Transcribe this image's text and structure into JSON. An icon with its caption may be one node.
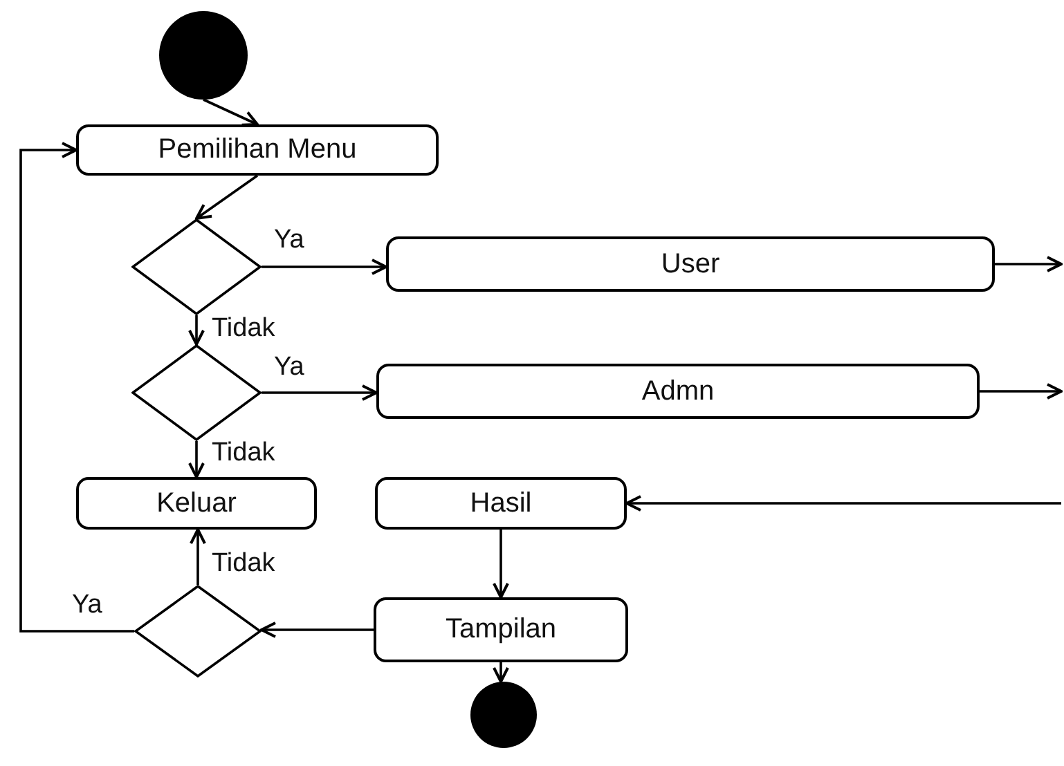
{
  "diagram": {
    "nodes": [
      {
        "text": [],
        "shape": "circle"
      },
      {
        "text": [
          "Pemilihan Menu"
        ]
      },
      {
        "text": [],
        "shape": "diamond"
      },
      {
        "text": [
          "User"
        ]
      },
      {
        "text": [],
        "shape": "diamond"
      },
      {
        "text": [
          "Admn"
        ]
      },
      {
        "text": [
          "Keluar"
        ]
      },
      {
        "text": [
          "Hasil"
        ]
      },
      {
        "text": [],
        "shape": "diamond"
      },
      {
        "text": [
          "Tampilan"
        ]
      },
      {
        "text": [],
        "shape": "circle"
      }
    ],
    "edges": [
      {
        "from": 0,
        "to": 1,
        "arrow": "to"
      },
      {
        "from": 1,
        "to": 2,
        "arrow": "to"
      },
      {
        "from": 2,
        "to": 3,
        "arrow": "to",
        "label": "Ya"
      },
      {
        "from": 3,
        "to": null,
        "arrow": "to"
      },
      {
        "from": 2,
        "to": 4,
        "arrow": "to",
        "label": "Tidak"
      },
      {
        "from": 4,
        "to": 5,
        "arrow": "to",
        "label": "Ya"
      },
      {
        "from": 5,
        "to": null,
        "arrow": "to"
      },
      {
        "from": 4,
        "to": 6,
        "arrow": "to",
        "label": "Tidak"
      },
      {
        "from": null,
        "to": 7,
        "arrow": "to"
      },
      {
        "from": 7,
        "to": 9,
        "arrow": "to"
      },
      {
        "from": 9,
        "to": 8,
        "arrow": "to"
      },
      {
        "from": 8,
        "to": 6,
        "arrow": "to",
        "label": "Tidak"
      },
      {
        "from": 8,
        "to": 1,
        "arrow": "to",
        "label": "Ya"
      },
      {
        "from": 9,
        "to": 10,
        "arrow": "to"
      }
    ]
  }
}
